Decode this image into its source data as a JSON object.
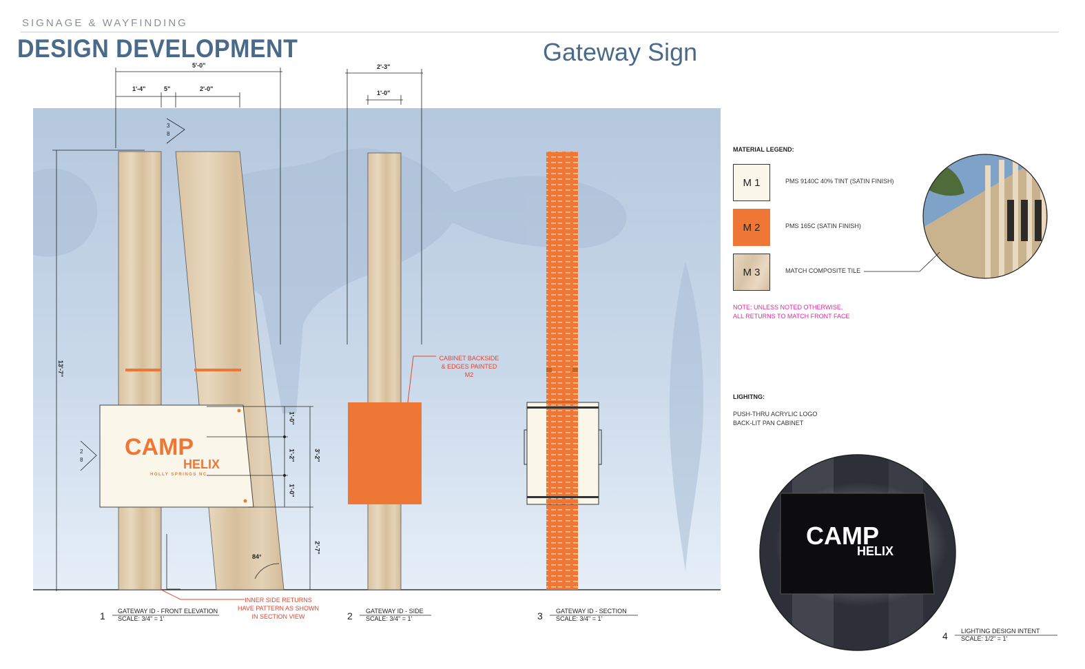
{
  "header": {
    "eyebrow": "SIGNAGE & WAYFINDING",
    "title": "DESIGN DEVELOPMENT",
    "subtitle": "Gateway Sign"
  },
  "colors": {
    "accent_orange": "#ee7735",
    "title_blue": "#4a6a8a",
    "note_magenta": "#e0289a",
    "callout_red": "#e0452e",
    "cream": "#faf6ea",
    "wood": "#dcc8a8",
    "sky": "#b9cbe0"
  },
  "dimensions": {
    "overall_width": "5'-0\"",
    "seg_a": "1'-4\"",
    "seg_b": "5\"",
    "seg_c": "2'-0\"",
    "side_width": "2'-3\"",
    "side_inner": "1'-0\"",
    "height": "13'-7\"",
    "cab_d1": "1'-0\"",
    "cab_d2": "1'-2\"",
    "cab_d3": "1'-0\"",
    "cab_total": "3'-2\"",
    "base": "2'-7\"",
    "angle": "84°",
    "section_mark_top": "3",
    "section_mark_bottom": "8",
    "section_mark2_top": "2",
    "section_mark2_bottom": "8"
  },
  "sign": {
    "logo_camp": "CAMP",
    "logo_helix": "HELIX",
    "logo_location": "HOLLY SPRINGS NC"
  },
  "callouts": {
    "cabinet": [
      "CABINET BACKSIDE",
      "& EDGES PAINTED",
      "M2"
    ],
    "inner": [
      "INNER SIDE RETURNS",
      "HAVE PATTERN AS SHOWN",
      "IN SECTION VIEW"
    ]
  },
  "legend": {
    "title": "MATERIAL LEGEND:",
    "items": [
      {
        "code": "M 1",
        "label": "PMS 9140C 40% TINT (SATIN FINISH)"
      },
      {
        "code": "M 2",
        "label": "PMS 165C (SATIN FINISH)"
      },
      {
        "code": "M 3",
        "label": "MATCH COMPOSITE TILE"
      }
    ],
    "note_line1": "NOTE: UNLESS NOTED OTHERWISE,",
    "note_line2": "ALL RETURNS TO MATCH FRONT FACE"
  },
  "lighting": {
    "title": "LIGHITNG:",
    "line1": "PUSH-THRU ACRYLIC LOGO",
    "line2": "BACK-LIT PAN CABINET"
  },
  "views": [
    {
      "num": "1",
      "name": "GATEWAY ID - FRONT ELEVATION",
      "scale": "SCALE: 3/4\" = 1'"
    },
    {
      "num": "2",
      "name": "GATEWAY ID - SIDE",
      "scale": "SCALE: 3/4\" = 1'"
    },
    {
      "num": "3",
      "name": "GATEWAY ID - SECTION",
      "scale": "SCALE: 3/4\" = 1'"
    },
    {
      "num": "4",
      "name": "LIGHTING DESIGN INTENT",
      "scale": "SCALE: 1/2\" = 1'"
    }
  ]
}
